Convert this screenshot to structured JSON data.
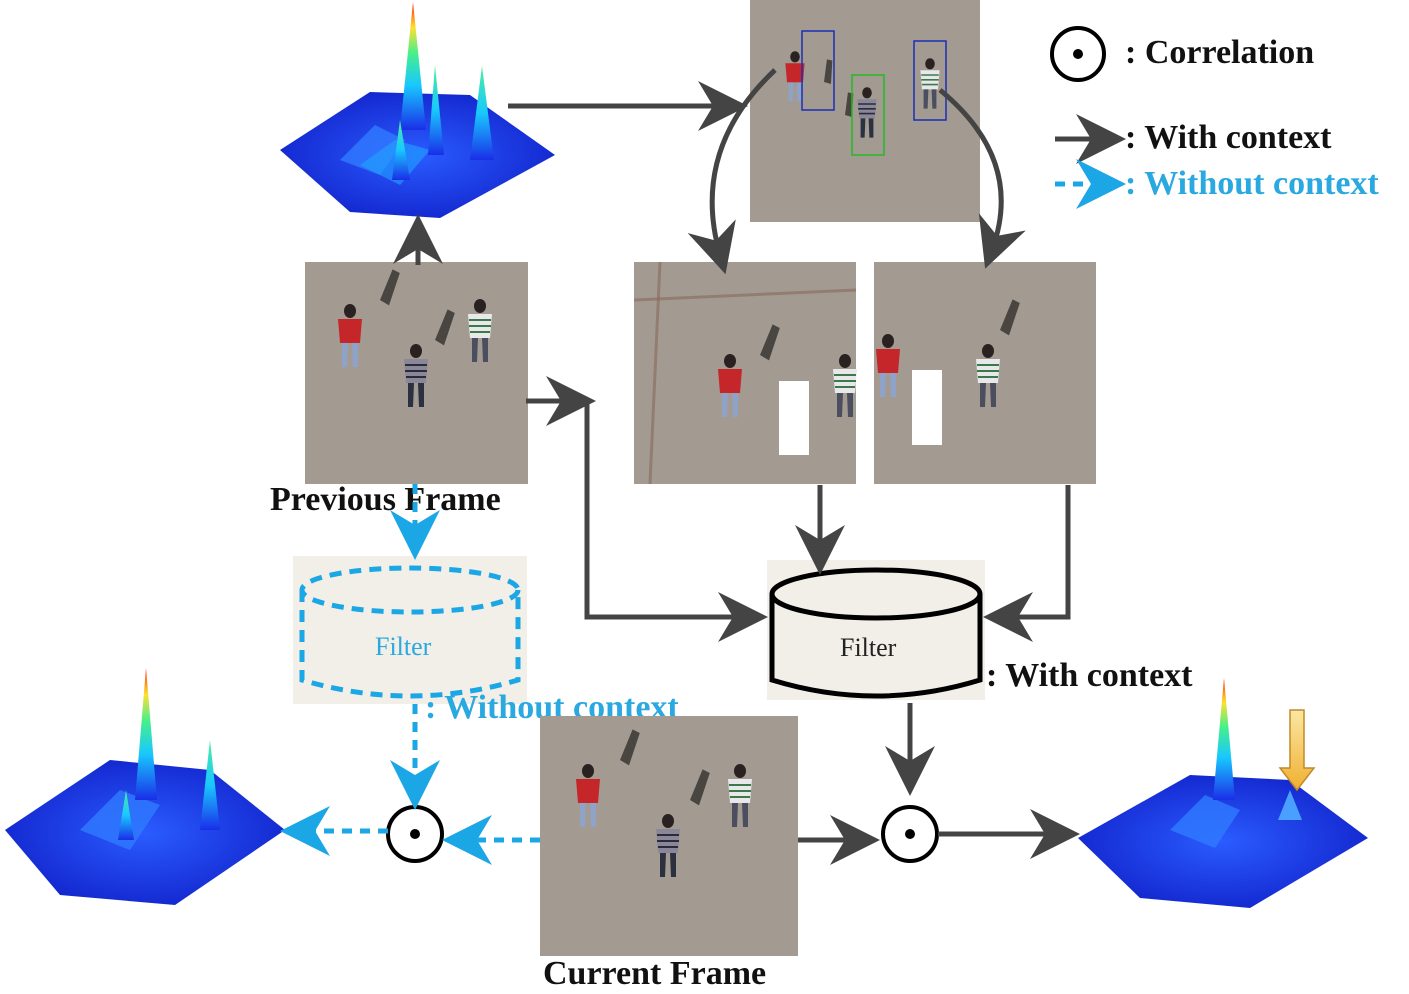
{
  "legend": {
    "correlation": ": Correlation",
    "with_context": ": With context",
    "without_context": ": Without context"
  },
  "frames": {
    "previous": "Previous Frame",
    "current": "Current Frame"
  },
  "filters": {
    "with_context_label": "Filter",
    "without_context_label": "Filter",
    "with_context_caption": ": With context",
    "without_context_caption": ": Without context"
  },
  "colors": {
    "with_context_arrow": "#444444",
    "without_context_arrow": "#1ba6e6",
    "response_surface": "#1a2ee8",
    "peak_high": "#ff2200",
    "target_box_blue": "#1a2fb8",
    "target_box_green": "#22bb22",
    "highlight_arrow": "#f2c043"
  }
}
